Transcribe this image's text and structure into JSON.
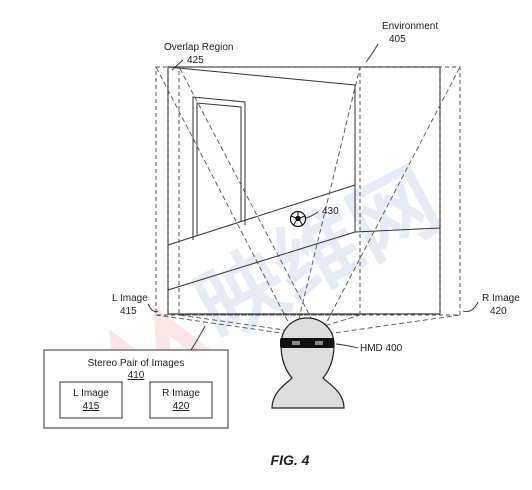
{
  "labels": {
    "environment": "Environment",
    "environment_ref": "405",
    "overlap_region": "Overlap Region",
    "overlap_ref": "425",
    "object_ref": "430",
    "l_image": "L Image",
    "l_image_ref": "415",
    "r_image": "R Image",
    "r_image_ref": "420",
    "hmd": "HMD 400",
    "stereo_pair": "Stereo Pair of Images",
    "stereo_ref": "410",
    "inset_l_title": "L Image",
    "inset_l_ref": "415",
    "inset_r_title": "R Image",
    "inset_r_ref": "420",
    "figure": "FIG. 4"
  },
  "watermark": {
    "text": "映维网",
    "color": "#c9d6ec"
  },
  "colors": {
    "line": "#333333",
    "dashed": "#555555",
    "headset": "#111111",
    "head_fill": "#dddddd"
  }
}
